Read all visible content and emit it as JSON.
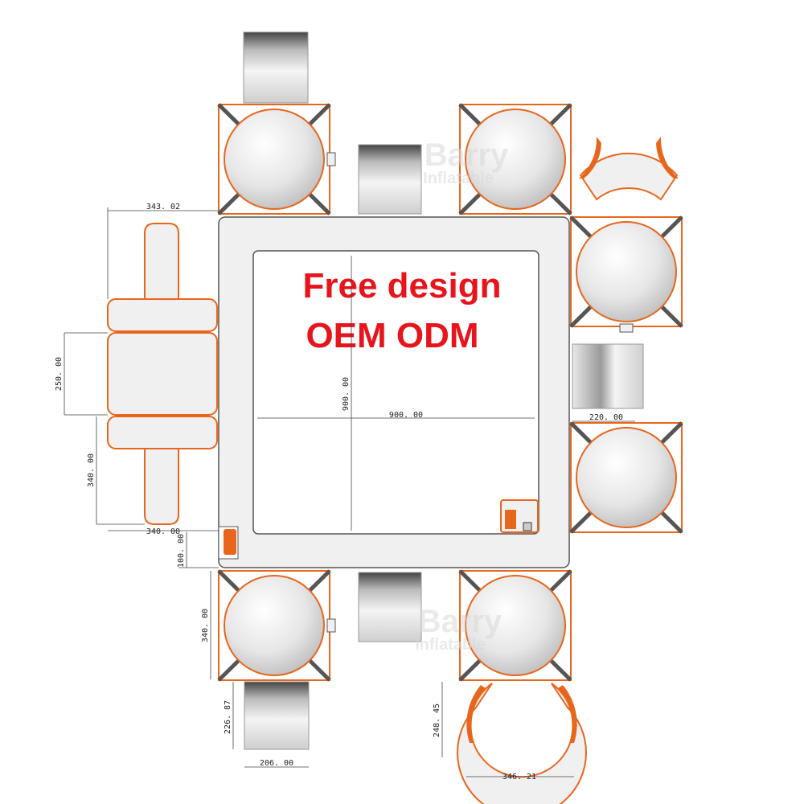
{
  "headline": {
    "line1": "Free design",
    "line2": "OEM ODM"
  },
  "watermark": {
    "brand": "Barry",
    "sub": "Inflatable"
  },
  "dimensions": {
    "d343": "343. 02",
    "d250": "250. 00",
    "d340_left": "340. 00",
    "d340_bottom": "340. 00",
    "d100": "100. 00",
    "d900_h": "900. 00",
    "d900_v": "900. 00",
    "d220": "220. 00",
    "d340_lower": "340. 00",
    "d226": "226. 87",
    "d206": "206. 00",
    "d248": "248. 45",
    "d346": "346. 21"
  },
  "colors": {
    "accent": "#e8661c",
    "headline": "#e8141c",
    "panel": "#f0f0f0",
    "outline": "#555555"
  }
}
